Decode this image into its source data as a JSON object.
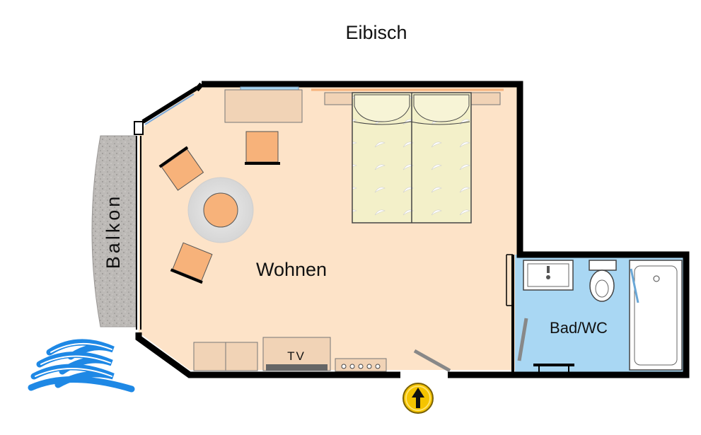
{
  "title": "Eibisch",
  "rooms": {
    "living": "Wohnen",
    "bath": "Bad/WC",
    "balcony": "Balkon"
  },
  "furniture": {
    "tv": "TV"
  },
  "colors": {
    "wall": "#000000",
    "living_floor": "#FDE3C8",
    "bath_floor": "#A9D7F3",
    "balcony_stone": "#B8B5B3",
    "chair": "#F7B27A",
    "bed": "#F3F0C9",
    "furniture": "#F1D3B6",
    "entrance_badge": "#F5C400",
    "logo_wave": "#1E88E5"
  },
  "icons": {
    "entrance": "entrance-arrow-icon",
    "logo": "wave-logo-icon"
  }
}
